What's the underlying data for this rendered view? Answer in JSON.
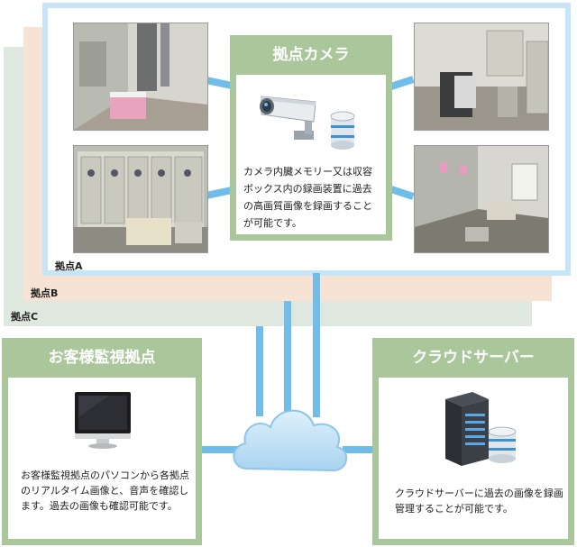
{
  "sites": {
    "site_a_label": "拠点A",
    "site_b_label": "拠点B",
    "site_c_label": "拠点C"
  },
  "camera_card": {
    "title": "拠点カメラ",
    "description": "カメラ内臓メモリー又は収容ボックス内の録画装置に過去の高画質画像を録画することが可能です。"
  },
  "customer_card": {
    "title": "お客様監視拠点",
    "description": "お客様監視拠点のパソコンから各拠点のリアルタイム画像と、音声を確認します。過去の画像も確認可能です。"
  },
  "cloud_card": {
    "title": "クラウドサーバー",
    "description": "クラウドサーバーに過去の画像を録画管理することが可能です。"
  },
  "icons": {
    "camera": "security-camera-icon",
    "database": "database-icon",
    "monitor": "monitor-icon",
    "server": "server-icon",
    "cloud": "cloud-icon"
  },
  "colors": {
    "panel_green": "#a9c79a",
    "connector_blue": "#6fbde8",
    "site_a_border": "#c6e5f7",
    "site_b_fill": "#f6e3d3",
    "site_c_fill": "#dfe8df"
  }
}
